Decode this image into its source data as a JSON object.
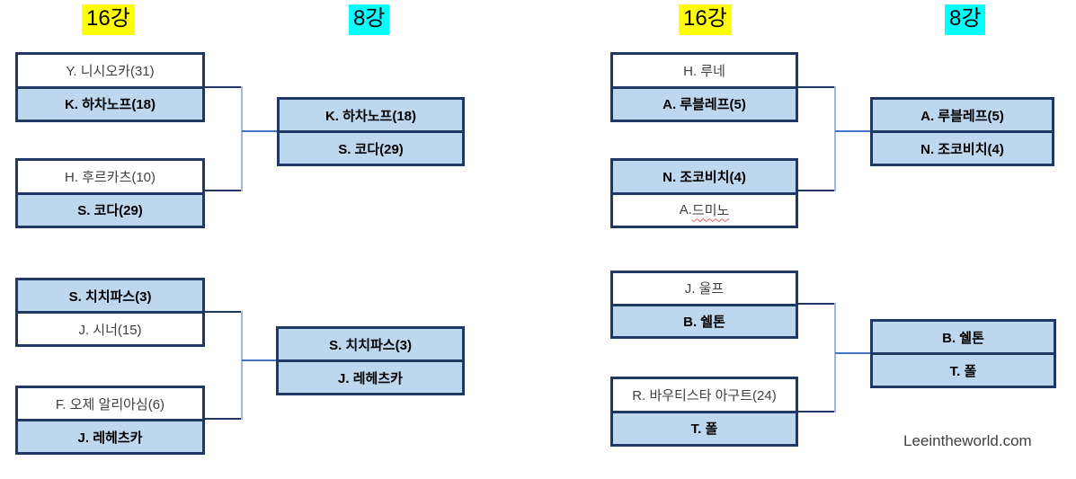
{
  "labels": {
    "round_of_16": "16강",
    "quarterfinals": "8강"
  },
  "colors": {
    "round16_header_bg": "#ffff00",
    "quarterfinal_header_bg": "#00ffff",
    "box_border": "#1f3864",
    "winner_fill": "#bdd7ee",
    "loser_fill": "#ffffff",
    "connector_stub": "#1f3864",
    "connector_vertical": "#a3b8e0",
    "connector_horizontal": "#4472c4",
    "loser_text": "#3f3f3f",
    "winner_text": "#000000"
  },
  "bracket_left": {
    "r16": [
      {
        "players": [
          {
            "name": "Y. 니시오카(31)",
            "winner": false
          },
          {
            "name": "K. 하차노프(18)",
            "winner": true
          }
        ]
      },
      {
        "players": [
          {
            "name": "H. 후르카츠(10)",
            "winner": false
          },
          {
            "name": "S. 코다(29)",
            "winner": true
          }
        ]
      },
      {
        "players": [
          {
            "name": "S. 치치파스(3)",
            "winner": true
          },
          {
            "name": "J. 시너(15)",
            "winner": false
          }
        ]
      },
      {
        "players": [
          {
            "name": "F. 오제 알리아심(6)",
            "winner": false
          },
          {
            "name": "J. 레헤츠카",
            "winner": true
          }
        ]
      }
    ],
    "qf": [
      {
        "players": [
          {
            "name": "K. 하차노프(18)"
          },
          {
            "name": "S. 코다(29)"
          }
        ]
      },
      {
        "players": [
          {
            "name": "S. 치치파스(3)"
          },
          {
            "name": "J. 레헤츠카"
          }
        ]
      }
    ]
  },
  "bracket_right": {
    "r16": [
      {
        "players": [
          {
            "name": "H. 루네",
            "winner": false
          },
          {
            "name": "A. 루블레프(5)",
            "winner": true
          }
        ]
      },
      {
        "players": [
          {
            "name": "N. 조코비치(4)",
            "winner": true
          },
          {
            "name": "A. 드미노",
            "name_prefix": "A. ",
            "name_word": "드미노",
            "winner": false,
            "spellcheck_underline": true
          }
        ]
      },
      {
        "players": [
          {
            "name": "J. 울프",
            "winner": false
          },
          {
            "name": "B. 쉘톤",
            "winner": true
          }
        ]
      },
      {
        "players": [
          {
            "name": "R. 바우티스타 아구트(24)",
            "winner": false
          },
          {
            "name": "T. 폴",
            "winner": true
          }
        ]
      }
    ],
    "qf": [
      {
        "players": [
          {
            "name": "A. 루블레프(5)"
          },
          {
            "name": "N. 조코비치(4)"
          }
        ]
      },
      {
        "players": [
          {
            "name": "B. 쉘톤"
          },
          {
            "name": "T. 폴"
          }
        ]
      }
    ]
  },
  "watermark": "Leeintheworld.com"
}
